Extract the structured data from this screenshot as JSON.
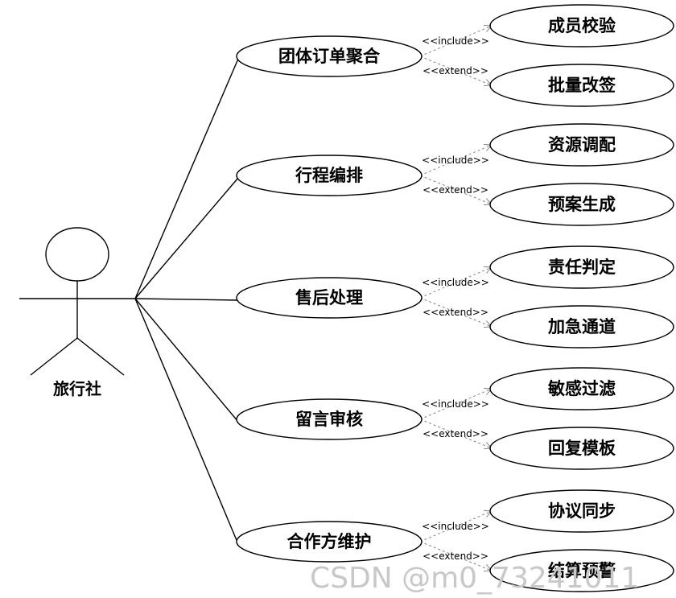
{
  "actor": {
    "label": "旅行社"
  },
  "groups": [
    {
      "main": "团体订单聚合",
      "include": {
        "stereotype": "<<include>>",
        "target": "成员校验"
      },
      "extend": {
        "stereotype": "<<extend>>",
        "target": "批量改签"
      }
    },
    {
      "main": "行程编排",
      "include": {
        "stereotype": "<<include>>",
        "target": "资源调配"
      },
      "extend": {
        "stereotype": "<<extend>>",
        "target": "预案生成"
      }
    },
    {
      "main": "售后处理",
      "include": {
        "stereotype": "<<include>>",
        "target": "责任判定"
      },
      "extend": {
        "stereotype": "<<extend>>",
        "target": "加急通道"
      }
    },
    {
      "main": "留言审核",
      "include": {
        "stereotype": "<<include>>",
        "target": "敏感过滤"
      },
      "extend": {
        "stereotype": "<<extend>>",
        "target": "回复模板"
      }
    },
    {
      "main": "合作方维护",
      "include": {
        "stereotype": "<<include>>",
        "target": "协议同步"
      },
      "extend": {
        "stereotype": "<<extend>>",
        "target": "结算预警"
      }
    }
  ],
  "watermark": "CSDN @m0_73241011"
}
